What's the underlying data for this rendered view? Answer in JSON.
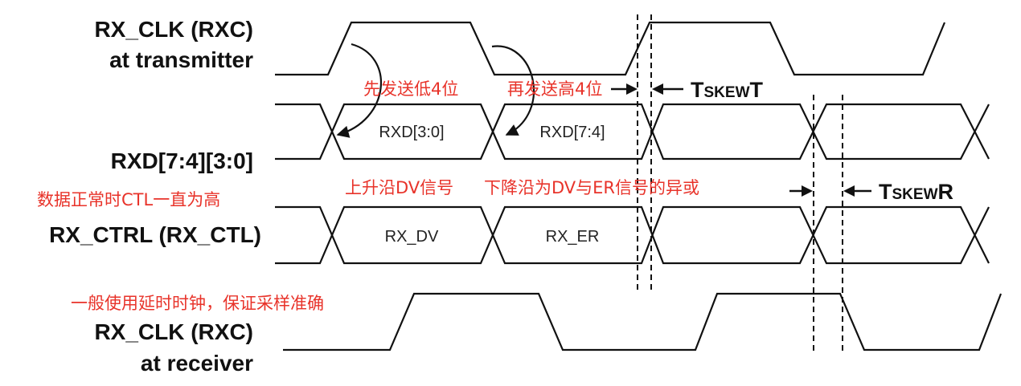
{
  "signals": {
    "rx_clk_tx_line1": "RX_CLK (RXC)",
    "rx_clk_tx_line2": "at transmitter",
    "rxd": "RXD[7:4][3:0]",
    "rx_ctrl": "RX_CTRL (RX_CTL)",
    "rx_clk_rx_line1": "RX_CLK (RXC)",
    "rx_clk_rx_line2": "at receiver"
  },
  "bus_fields": {
    "rxd_low": "RXD[3:0]",
    "rxd_high": "RXD[7:4]",
    "ctl_rising": "RX_DV",
    "ctl_falling": "RX_ER"
  },
  "skew": {
    "t_main": "T",
    "t_sub": "SKEW",
    "t_suffix": "T",
    "r_main": "T",
    "r_sub": "SKEW",
    "r_suffix": "R"
  },
  "annotations": {
    "send_low": "先发送低4位",
    "send_high": "再发送高4位",
    "rising_dv": "上升沿DV信号",
    "falling_dv_er": "下降沿为DV与ER信号的异或",
    "ctl_high": "数据正常时CTL一直为高",
    "delay_clock": "一般使用延时时钟，保证采样准确"
  },
  "colors": {
    "annotation": "#e8332a",
    "waveform": "#111111",
    "background": "#ffffff"
  }
}
